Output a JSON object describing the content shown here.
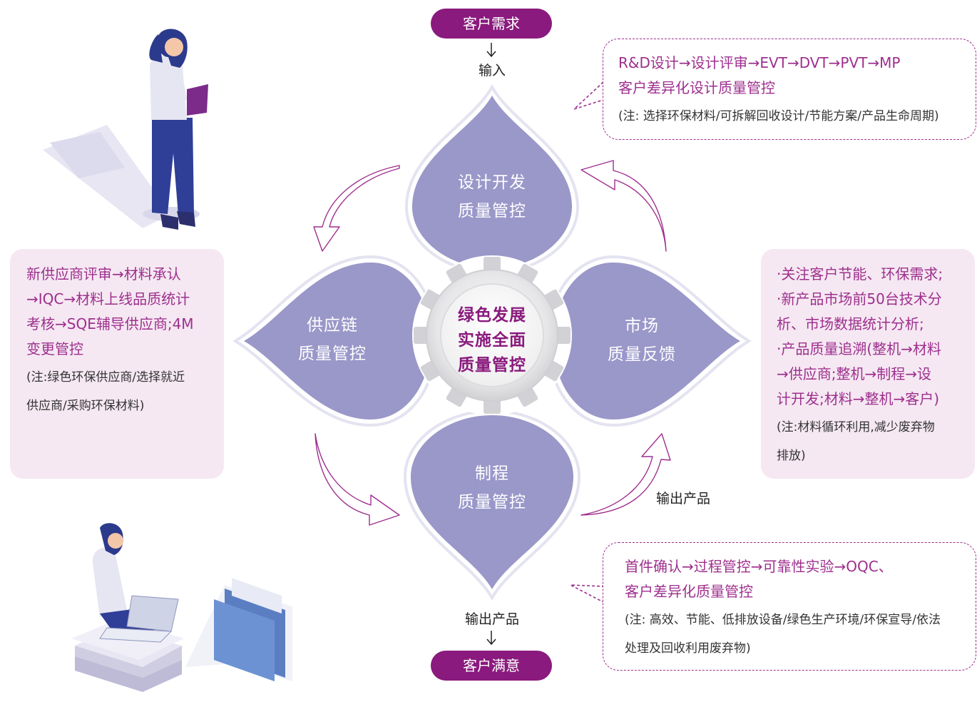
{
  "top": {
    "pill": "客户需求",
    "input_label": "输入"
  },
  "bottom": {
    "output_label": "输出产品",
    "pill": "客户满意"
  },
  "right_output_label": "输出产品",
  "center": {
    "lines": [
      "绿色发展",
      "实施全面",
      "质量管控"
    ]
  },
  "petals": {
    "top": {
      "line1": "设计开发",
      "line2": "质量管控"
    },
    "left": {
      "line1": "供应链",
      "line2": "质量管控"
    },
    "right": {
      "line1": "市场",
      "line2": "质量反馈"
    },
    "bottom": {
      "line1": "制程",
      "line2": "质量管控"
    }
  },
  "boxes": {
    "design": {
      "line1": "R&D设计→设计评审→EVT→DVT→PVT→MP",
      "line2": "客户差异化设计质量管控",
      "note": "(注: 选择环保材料/可拆解回收设计/节能方案/产品生命周期)"
    },
    "supply": {
      "lines": [
        "新供应商评审→材料承认",
        "→IQC→材料上线品质统计",
        "考核→SQE辅导供应商;4M",
        "变更管控"
      ],
      "notes": [
        "(注:绿色环保供应商/选择就近",
        "供应商/采购环保材料)"
      ]
    },
    "market": {
      "lines": [
        "·关注客户节能、环保需求;",
        "·新产品市场前50台技术分",
        "析、市场数据统计分析;",
        "·产品质量追溯(整机→材料",
        "→供应商;整机→制程→设",
        "计开发;材料→整机→客户)"
      ],
      "notes": [
        "(注:材料循环利用,减少废弃物",
        "排放)"
      ]
    },
    "process": {
      "line1": "首件确认→过程管控→可靠性实验→OQC、",
      "line2": "客户差异化质量管控",
      "notes": [
        "(注: 高效、节能、低排放设备/绿色生产环境/环保宣导/依法",
        "处理及回收利用废弃物)"
      ]
    }
  },
  "colors": {
    "petal": "#9a97c9",
    "accent": "#8a1a7d",
    "box_bg": "#f5e8f2",
    "dash": "#9e2f8e"
  }
}
